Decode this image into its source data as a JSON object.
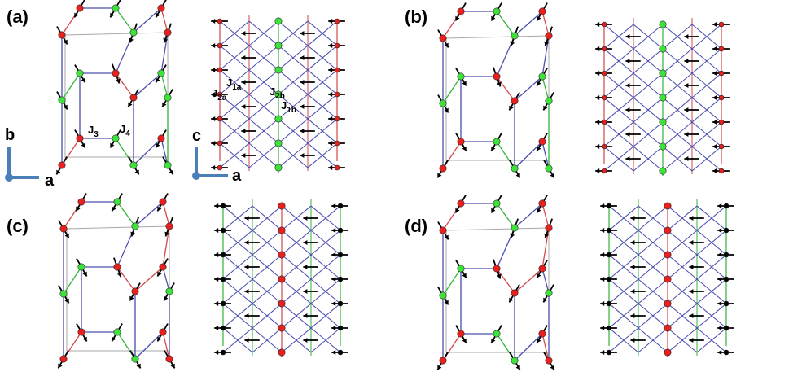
{
  "panels": [
    {
      "id": "a",
      "label": "(a)",
      "hex": {
        "pattern": "a"
      },
      "tri": {
        "pattern": "a"
      }
    },
    {
      "id": "b",
      "label": "(b)",
      "hex": {
        "pattern": "b"
      },
      "tri": {
        "pattern": "a"
      }
    },
    {
      "id": "c",
      "label": "(c)",
      "hex": {
        "pattern": "c"
      },
      "tri": {
        "pattern": "c"
      }
    },
    {
      "id": "d",
      "label": "(d)",
      "hex": {
        "pattern": "d"
      },
      "tri": {
        "pattern": "c"
      }
    }
  ],
  "axes": [
    {
      "vertical": "b",
      "horizontal": "a"
    },
    {
      "vertical": "c",
      "horizontal": "a"
    }
  ],
  "exchange_labels": [
    {
      "base": "J",
      "sub": "3"
    },
    {
      "base": "J",
      "sub": "4"
    },
    {
      "base": "J",
      "sub": "2a"
    },
    {
      "base": "J",
      "sub": "1a"
    },
    {
      "base": "J",
      "sub": "2b"
    },
    {
      "base": "J",
      "sub": "1b"
    }
  ],
  "colors": {
    "red_atom": "#e8201e",
    "green_atom": "#3ee23a",
    "red_bond": "#d24a48",
    "green_bond": "#33b53a",
    "blue_bond": "#4b4fae",
    "cell": "#a8a8a8",
    "axis": "#4a7fb8",
    "spin": "#000000"
  }
}
